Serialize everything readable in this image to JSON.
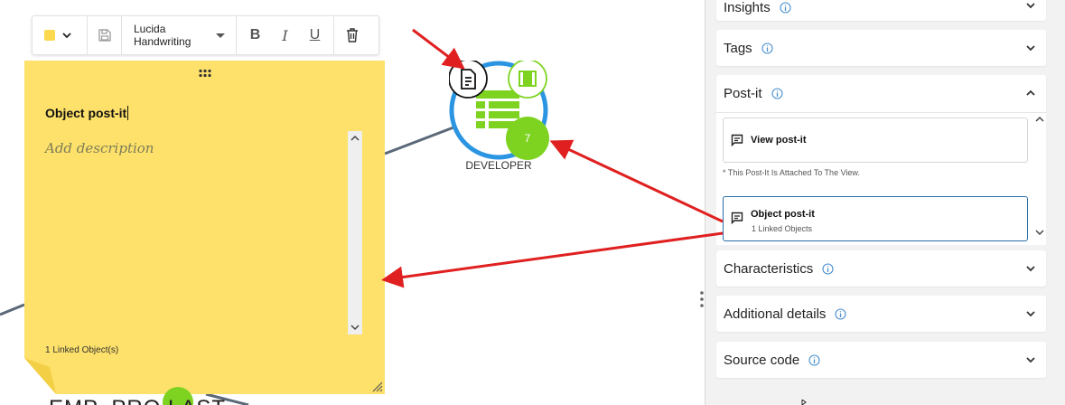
{
  "toolbar": {
    "color_hex": "#fcd94e",
    "font_name": "Lucida Handwriting",
    "bold_glyph": "B",
    "italic_glyph": "I",
    "underline_glyph": "U"
  },
  "postit": {
    "title": "Object post-it",
    "description_placeholder": "Add description",
    "linked_text": "1 Linked Object(s)",
    "background_hex": "#fee16a"
  },
  "node": {
    "label": "DEVELOPER",
    "badge_count": "7",
    "ring_color": "#2b95e2",
    "icon_color": "#7ed321"
  },
  "bottom_label": "EMP_PRO LAST",
  "panel": {
    "sections": {
      "insights": "Insights",
      "tags": "Tags",
      "postit": "Post-it",
      "characteristics": "Characteristics",
      "additional": "Additional details",
      "source": "Source code"
    },
    "postits": {
      "view_title": "View post-it",
      "view_note": "* This Post-It Is Attached To The View.",
      "object_title": "Object post-it",
      "object_sub": "1 Linked Objects"
    }
  },
  "annotation_color": "#e02020"
}
